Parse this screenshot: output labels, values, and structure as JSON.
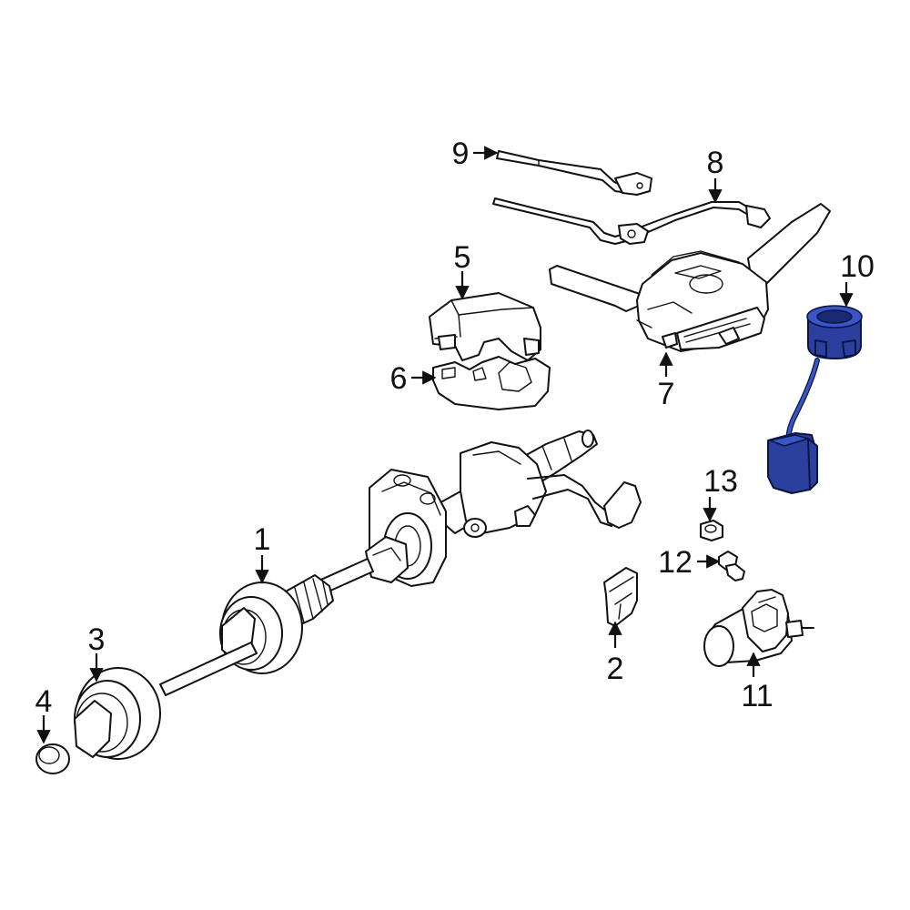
{
  "callouts": {
    "c1": "1",
    "c2": "2",
    "c3": "3",
    "c4": "4",
    "c5": "5",
    "c6": "6",
    "c7": "7",
    "c8": "8",
    "c9": "9",
    "c10": "10",
    "c11": "11",
    "c12": "12",
    "c13": "13"
  },
  "highlight_color": "#2a3f9e"
}
